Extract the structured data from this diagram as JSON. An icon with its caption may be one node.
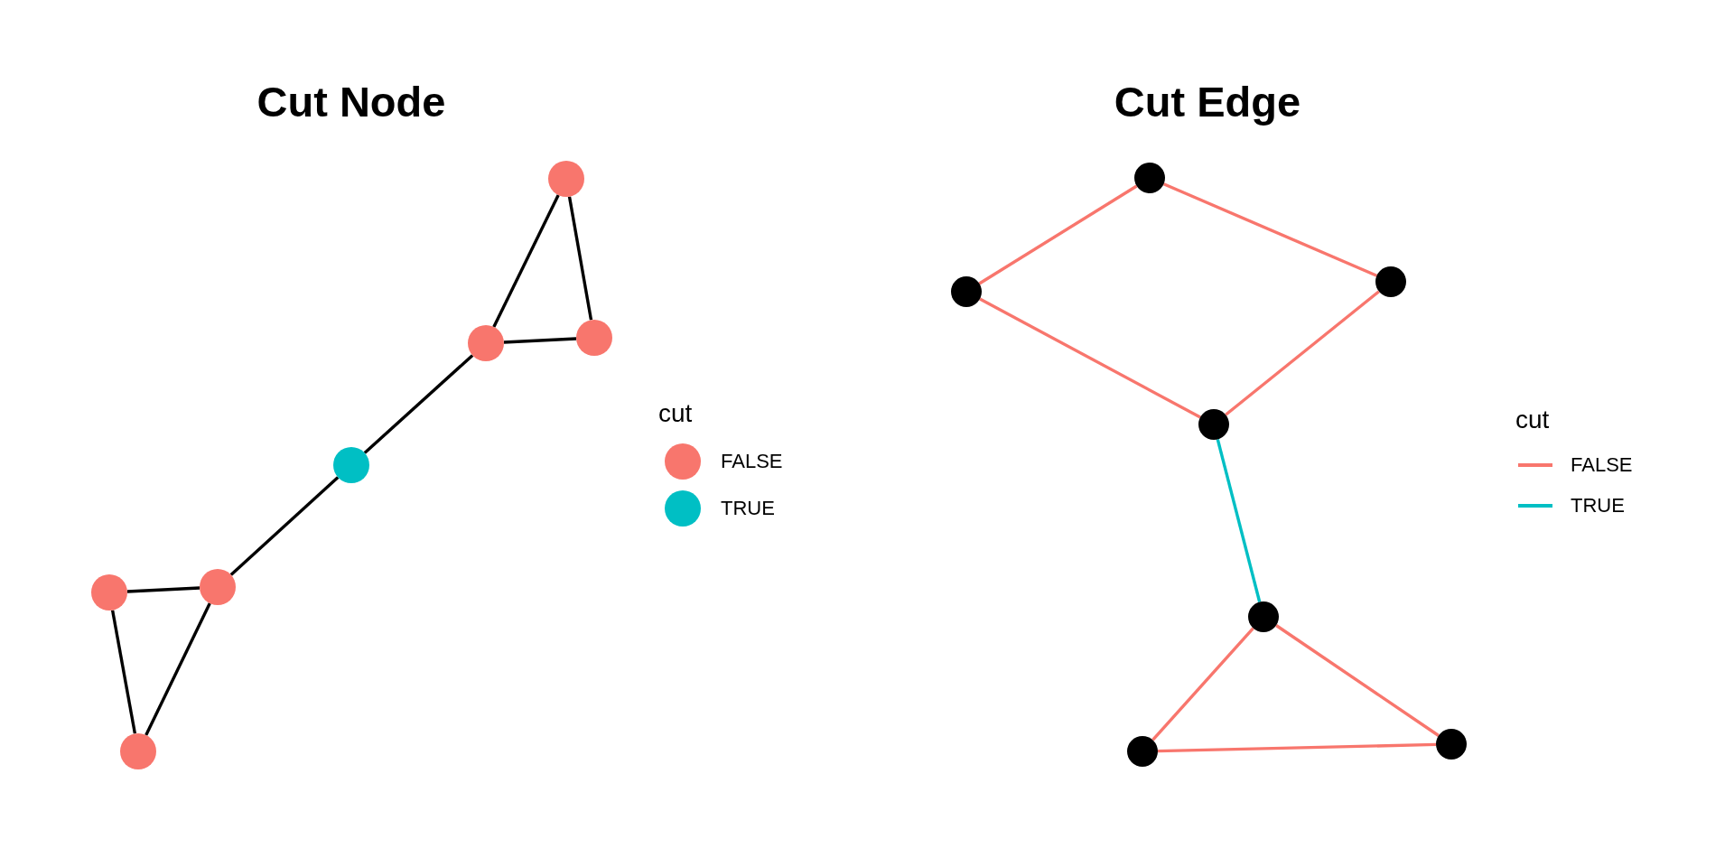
{
  "diagram": {
    "nodes": [
      {
        "text": [],
        "shape": "circle"
      },
      {
        "text": [],
        "shape": "circle"
      },
      {
        "text": [],
        "shape": "circle"
      },
      {
        "text": [],
        "shape": "circle"
      },
      {
        "text": [],
        "shape": "circle"
      },
      {
        "text": [],
        "shape": "circle"
      },
      {
        "text": [],
        "shape": "circle"
      },
      {
        "text": [],
        "shape": "circle"
      },
      {
        "text": [],
        "shape": "circle"
      },
      {
        "text": [],
        "shape": "circle"
      },
      {
        "text": [],
        "shape": "circle"
      },
      {
        "text": [],
        "shape": "circle"
      },
      {
        "text": [],
        "shape": "circle"
      },
      {
        "text": [],
        "shape": "circle"
      }
    ],
    "edges": [
      {
        "from": 0,
        "to": 1,
        "arrow": "none"
      },
      {
        "from": 0,
        "to": 2,
        "arrow": "none"
      },
      {
        "from": 1,
        "to": 2,
        "arrow": "none"
      },
      {
        "from": 2,
        "to": 3,
        "arrow": "none"
      },
      {
        "from": 3,
        "to": 4,
        "arrow": "none"
      },
      {
        "from": 4,
        "to": 5,
        "arrow": "none"
      },
      {
        "from": 4,
        "to": 6,
        "arrow": "none"
      },
      {
        "from": 5,
        "to": 6,
        "arrow": "none"
      },
      {
        "from": 7,
        "to": 9,
        "arrow": "none",
        "color": "#f8766d"
      },
      {
        "from": 7,
        "to": 8,
        "arrow": "none",
        "color": "#f8766d"
      },
      {
        "from": 9,
        "to": 10,
        "arrow": "none",
        "color": "#f8766d"
      },
      {
        "from": 8,
        "to": 10,
        "arrow": "none",
        "color": "#f8766d"
      },
      {
        "from": 10,
        "to": 11,
        "arrow": "none",
        "color": "#00bfc4"
      },
      {
        "from": 11,
        "to": 13,
        "arrow": "none",
        "color": "#f8766d"
      },
      {
        "from": 11,
        "to": 12,
        "arrow": "none",
        "color": "#f8766d"
      },
      {
        "from": 12,
        "to": 13,
        "arrow": "none",
        "color": "#f8766d"
      }
    ],
    "labels": [
      "Cut Node",
      "Cut Edge",
      "cut",
      "cut"
    ],
    "legend": [
      {
        "text": "FALSE",
        "color": "#f8766d"
      },
      {
        "text": "TRUE",
        "color": "#00bfc4"
      },
      {
        "text": "FALSE",
        "color": "#f8766d"
      },
      {
        "text": "TRUE",
        "color": "#00bfc4"
      }
    ]
  }
}
